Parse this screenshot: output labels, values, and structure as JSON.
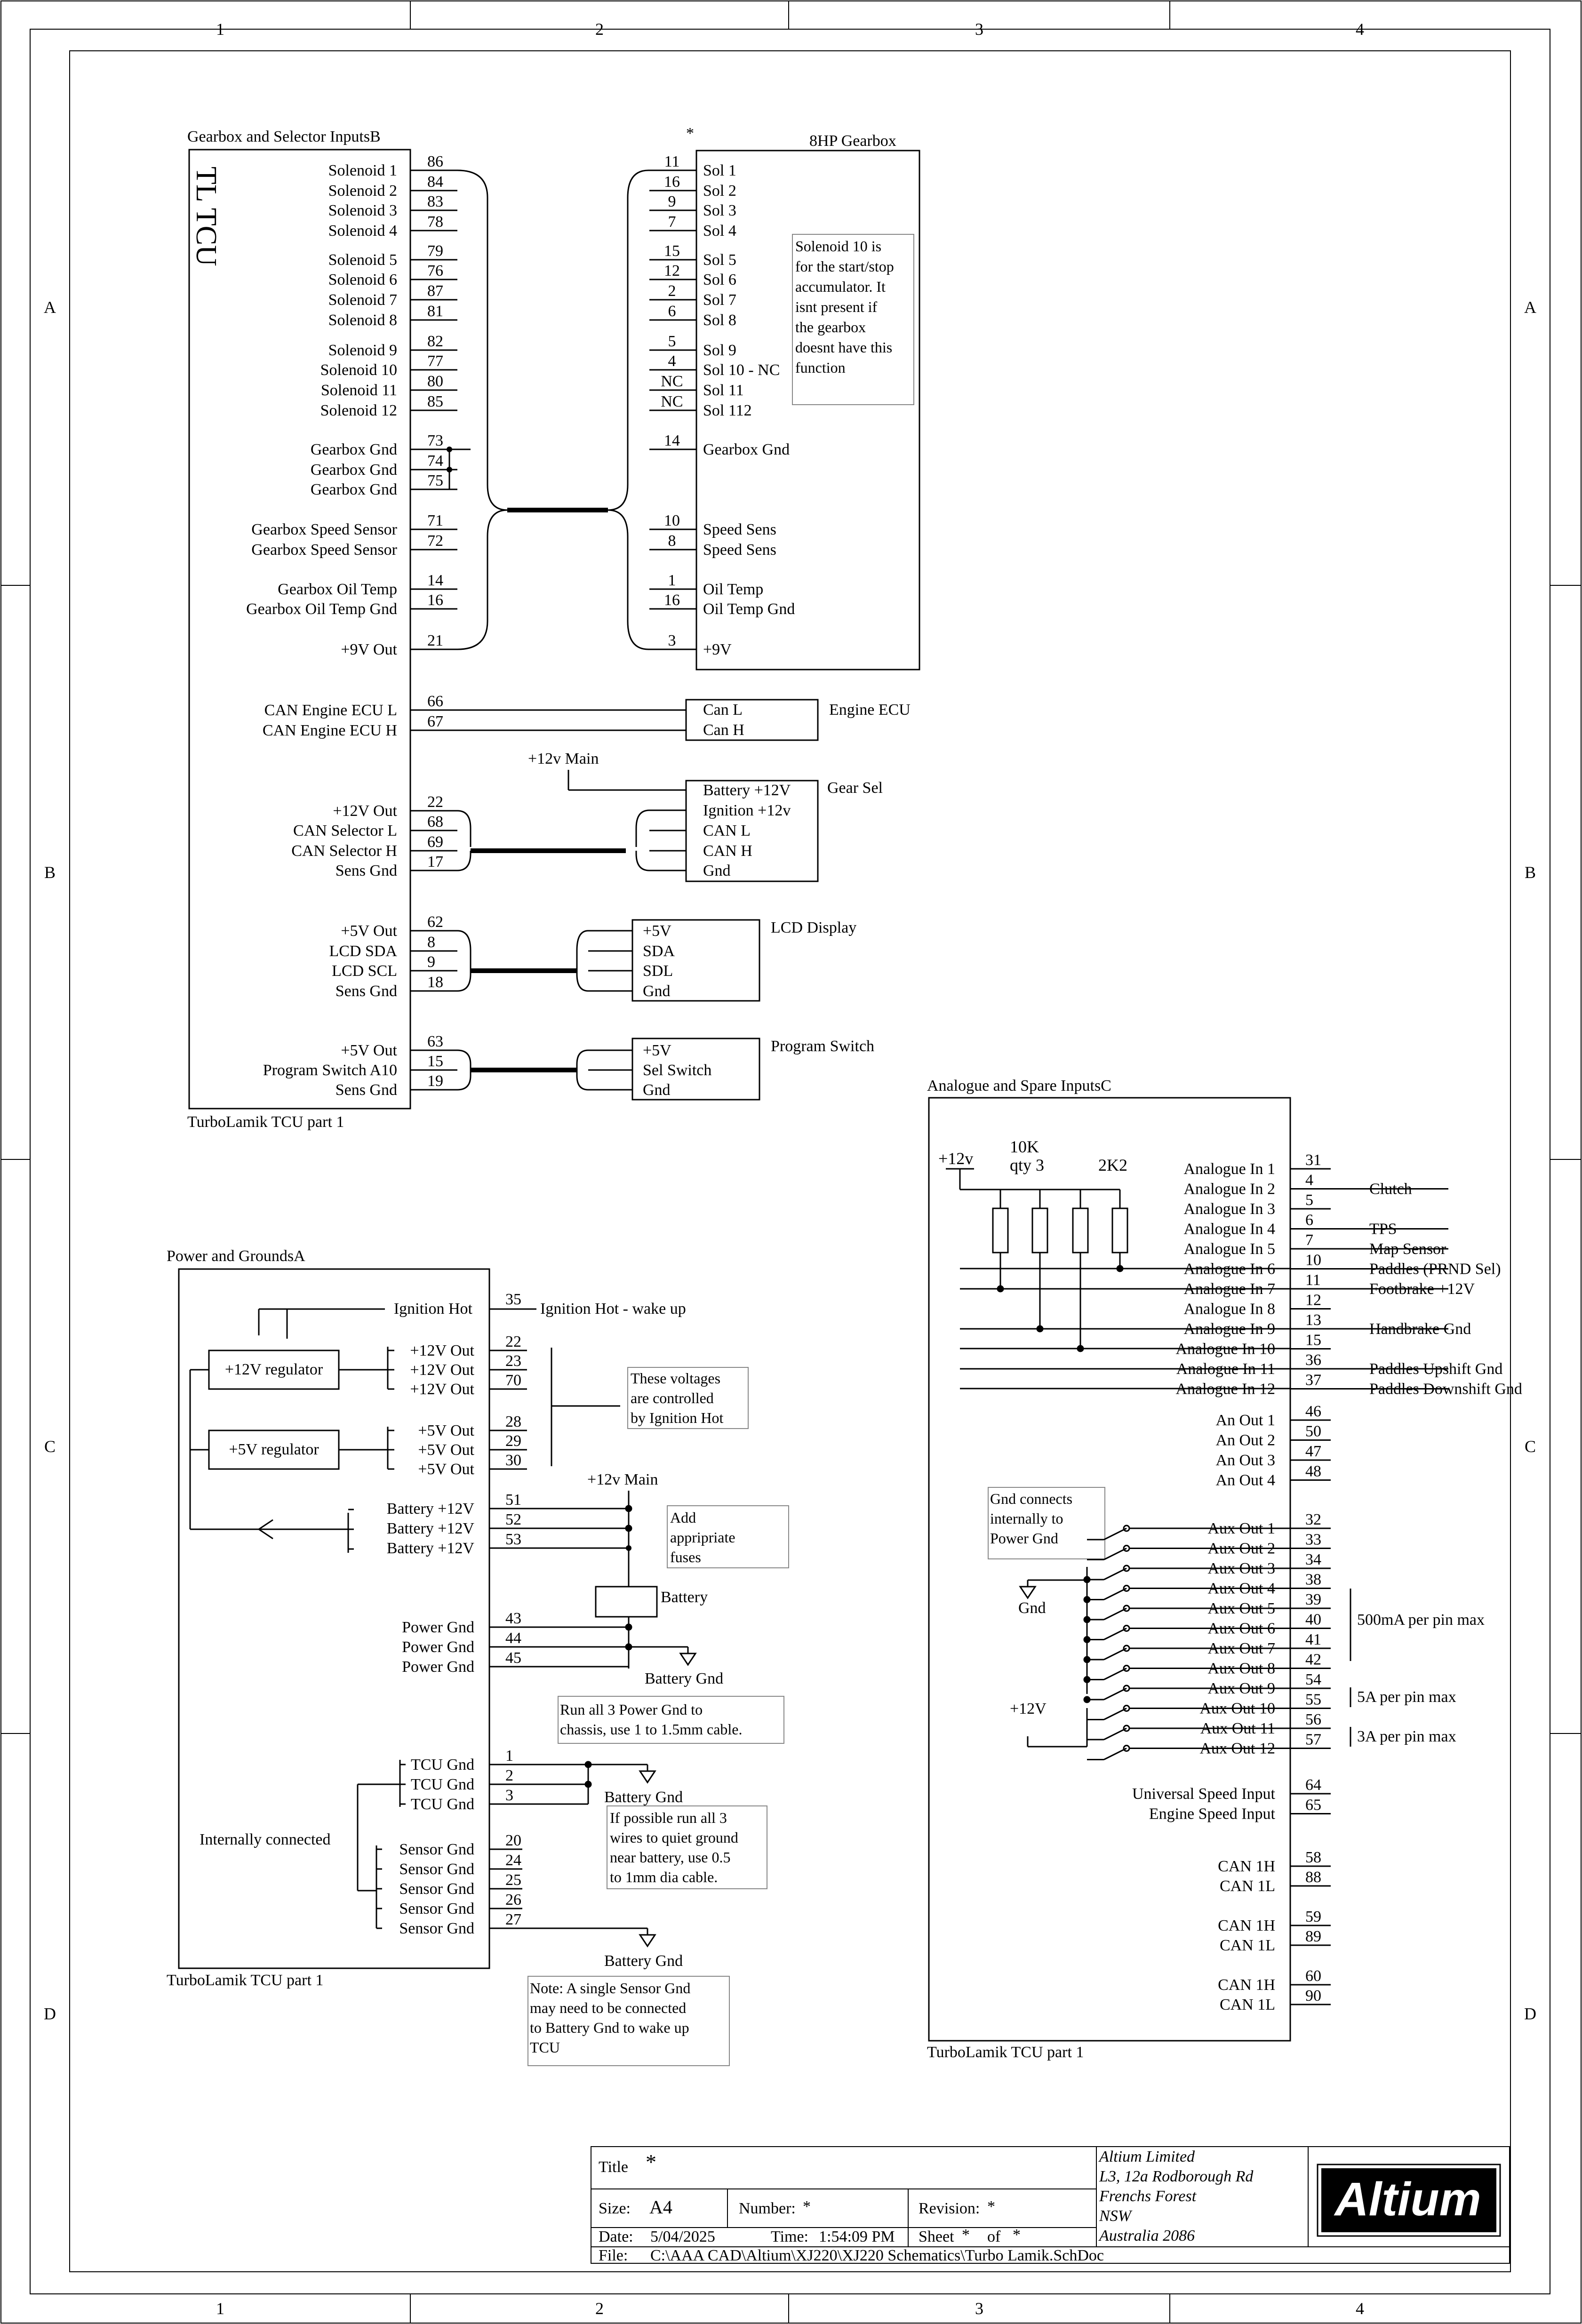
{
  "sheet": {
    "zones_x": [
      "1",
      "2",
      "3",
      "4"
    ],
    "zones_y": [
      "A",
      "B",
      "C",
      "D"
    ]
  },
  "gearbox_block": {
    "title": "Gearbox and Selector InputsB",
    "component": "TL TCU",
    "footer": "TurboLamik TCU part 1",
    "groups": [
      {
        "pins": [
          [
            "Solenoid 1",
            "86"
          ],
          [
            "Solenoid 2",
            "84"
          ],
          [
            "Solenoid 3",
            "83"
          ],
          [
            "Solenoid 4",
            "78"
          ]
        ]
      },
      {
        "pins": [
          [
            "Solenoid 5",
            "79"
          ],
          [
            "Solenoid 6",
            "76"
          ],
          [
            "Solenoid 7",
            "87"
          ],
          [
            "Solenoid 8",
            "81"
          ]
        ]
      },
      {
        "pins": [
          [
            "Solenoid 9",
            "82"
          ],
          [
            "Solenoid 10",
            "77"
          ],
          [
            "Solenoid 11",
            "80"
          ],
          [
            "Solenoid 12",
            "85"
          ]
        ]
      },
      {
        "pins": [
          [
            "Gearbox Gnd",
            "73"
          ],
          [
            "Gearbox Gnd",
            "74"
          ],
          [
            "Gearbox Gnd",
            "75"
          ]
        ]
      },
      {
        "pins": [
          [
            "Gearbox Speed Sensor",
            "71"
          ],
          [
            "Gearbox Speed Sensor",
            "72"
          ]
        ]
      },
      {
        "pins": [
          [
            "Gearbox Oil Temp",
            "14"
          ],
          [
            "Gearbox Oil Temp Gnd",
            "16"
          ]
        ]
      },
      {
        "pins": [
          [
            "+9V Out",
            "21"
          ]
        ]
      },
      {
        "pins": [
          [
            "CAN Engine ECU L",
            "66"
          ],
          [
            "CAN Engine ECU H",
            "67"
          ]
        ]
      },
      {
        "pins": [
          [
            "+12V Out",
            "22"
          ],
          [
            "CAN Selector L",
            "68"
          ],
          [
            "CAN Selector H",
            "69"
          ],
          [
            "Sens Gnd",
            "17"
          ]
        ]
      },
      {
        "pins": [
          [
            "+5V Out",
            "62"
          ],
          [
            "LCD SDA",
            "8"
          ],
          [
            "LCD SCL",
            "9"
          ],
          [
            "Sens Gnd",
            "18"
          ]
        ]
      },
      {
        "pins": [
          [
            "+5V Out",
            "63"
          ],
          [
            "Program Switch A10",
            "15"
          ],
          [
            "Sens Gnd",
            "19"
          ]
        ]
      }
    ]
  },
  "gearbox_8hp": {
    "title": "8HP Gearbox",
    "designator": "*",
    "pins": [
      [
        "11",
        "Sol 1"
      ],
      [
        "16",
        "Sol 2"
      ],
      [
        "9",
        "Sol 3"
      ],
      [
        "7",
        "Sol 4"
      ],
      [
        "15",
        "Sol 5"
      ],
      [
        "12",
        "Sol 6"
      ],
      [
        "2",
        "Sol 7"
      ],
      [
        "6",
        "Sol 8"
      ],
      [
        "5",
        "Sol 9"
      ],
      [
        "4",
        "Sol 10 - NC"
      ],
      [
        "NC",
        "Sol 11"
      ],
      [
        "NC",
        "Sol 112"
      ],
      [
        "14",
        "Gearbox Gnd"
      ],
      [
        "10",
        "Speed Sens"
      ],
      [
        "8",
        "Speed Sens"
      ],
      [
        "1",
        "Oil Temp"
      ],
      [
        "16",
        "Oil Temp Gnd"
      ],
      [
        "3",
        "+9V"
      ]
    ],
    "note": [
      "Solenoid 10 is",
      "for the start/stop",
      "accumulator. It",
      "isnt present if",
      "the gearbox",
      "doesnt have this",
      "function"
    ]
  },
  "engine_ecu": {
    "title": "Engine ECU",
    "pins": [
      "Can L",
      "Can H"
    ]
  },
  "gear_sel": {
    "title": "Gear Sel",
    "supply": "+12v Main",
    "pins": [
      "Battery +12V",
      "Ignition +12v",
      "CAN L",
      "CAN H",
      "Gnd"
    ]
  },
  "lcd_display": {
    "title": "LCD Display",
    "pins": [
      "+5V",
      "SDA",
      "SDL",
      "Gnd"
    ]
  },
  "program_switch": {
    "title": "Program Switch",
    "pins": [
      "+5V",
      "Sel Switch",
      "Gnd"
    ]
  },
  "power_block": {
    "title": "Power and GroundsA",
    "footer": "TurboLamik TCU part 1",
    "ignition": {
      "label": "Ignition Hot",
      "pin": "35",
      "net": "Ignition Hot - wake up"
    },
    "reg12": {
      "name": "+12V regulator",
      "pins": [
        [
          "+12V Out",
          "22"
        ],
        [
          "+12V Out",
          "23"
        ],
        [
          "+12V Out",
          "70"
        ]
      ]
    },
    "reg5": {
      "name": "+5V regulator",
      "pins": [
        [
          "+5V Out",
          "28"
        ],
        [
          "+5V Out",
          "29"
        ],
        [
          "+5V Out",
          "30"
        ]
      ]
    },
    "voltage_note": [
      "These voltages",
      "are controlled",
      "by Ignition Hot"
    ],
    "battery_pins": [
      [
        "Battery +12V",
        "51"
      ],
      [
        "Battery +12V",
        "52"
      ],
      [
        "Battery +12V",
        "53"
      ]
    ],
    "main_label": "+12v Main",
    "fuse_note": [
      "Add",
      "appripriate",
      "fuses"
    ],
    "battery_label": "Battery",
    "power_gnd": [
      [
        "Power Gnd",
        "43"
      ],
      [
        "Power Gnd",
        "44"
      ],
      [
        "Power Gnd",
        "45"
      ]
    ],
    "battery_gnd": "Battery Gnd",
    "power_note": [
      "Run all 3 Power Gnd to",
      "chassis, use 1 to 1.5mm cable."
    ],
    "tcu_gnd": [
      [
        "TCU Gnd",
        "1"
      ],
      [
        "TCU Gnd",
        "2"
      ],
      [
        "TCU Gnd",
        "3"
      ]
    ],
    "tcu_note": [
      "If possible run all 3",
      "wires to quiet ground",
      "near battery, use 0.5",
      "to 1mm dia cable."
    ],
    "internally": "Internally connected",
    "sensor_gnd": [
      [
        "Sensor Gnd",
        "20"
      ],
      [
        "Sensor Gnd",
        "24"
      ],
      [
        "Sensor Gnd",
        "25"
      ],
      [
        "Sensor Gnd",
        "26"
      ],
      [
        "Sensor Gnd",
        "27"
      ]
    ],
    "sensor_note": [
      "Note: A single Sensor Gnd",
      "may need to be connected",
      "to Battery Gnd to wake up",
      "TCU"
    ]
  },
  "analogue_block": {
    "title": "Analogue and Spare InputsC",
    "footer": "TurboLamik TCU part 1",
    "res_labels": {
      "v": "+12v",
      "r10k": "10K",
      "qty": "qty 3",
      "r2k2": "2K2"
    },
    "inputs": [
      [
        "Analogue In 1",
        "31",
        ""
      ],
      [
        "Analogue In 2",
        "4",
        "Clutch"
      ],
      [
        "Analogue In 3",
        "5",
        ""
      ],
      [
        "Analogue In 4",
        "6",
        "TPS"
      ],
      [
        "Analogue In 5",
        "7",
        "Map Sensor"
      ],
      [
        "Analogue In 6",
        "10",
        "Paddles  (PRND Sel)"
      ],
      [
        "Analogue In 7",
        "11",
        "Footbrake +12V"
      ],
      [
        "Analogue In 8",
        "12",
        ""
      ],
      [
        "Analogue In 9",
        "13",
        "Handbrake Gnd"
      ],
      [
        "Analogue In 10",
        "15",
        ""
      ],
      [
        "Analogue In 11",
        "36",
        "Paddles Upshift Gnd"
      ],
      [
        "Analogue In 12",
        "37",
        "Paddles Downshift Gnd"
      ]
    ],
    "an_out": [
      [
        "An Out 1",
        "46"
      ],
      [
        "An Out 2",
        "50"
      ],
      [
        "An Out 3",
        "47"
      ],
      [
        "An Out 4",
        "48"
      ]
    ],
    "gnd_note": [
      "Gnd connects",
      "internally to",
      "Power Gnd"
    ],
    "gnd_label": "Gnd",
    "v12_label": "+12V",
    "aux": [
      [
        "Aux Out 1",
        "32"
      ],
      [
        "Aux Out 2",
        "33"
      ],
      [
        "Aux Out 3",
        "34"
      ],
      [
        "Aux Out 4",
        "38"
      ],
      [
        "Aux Out 5",
        "39"
      ],
      [
        "Aux Out 6",
        "40"
      ],
      [
        "Aux Out 7",
        "41"
      ],
      [
        "Aux Out 8",
        "42"
      ],
      [
        "Aux Out 9",
        "54"
      ],
      [
        "Aux Out 10",
        "55"
      ],
      [
        "Aux Out 11",
        "56"
      ],
      [
        "Aux Out 12",
        "57"
      ]
    ],
    "aux_limits": [
      "500mA per pin max",
      "5A per pin max",
      "3A per pin max"
    ],
    "speed": [
      [
        "Universal Speed Input",
        "64"
      ],
      [
        "Engine Speed Input",
        "65"
      ]
    ],
    "can": [
      [
        "CAN 1H",
        "58"
      ],
      [
        "CAN 1L",
        "88"
      ],
      [
        "CAN 1H",
        "59"
      ],
      [
        "CAN 1L",
        "89"
      ],
      [
        "CAN 1H",
        "60"
      ],
      [
        "CAN 1L",
        "90"
      ]
    ]
  },
  "title_block": {
    "title_label": "Title",
    "title_value": "*",
    "size_label": "Size:",
    "size_value": "A4",
    "number_label": "Number:",
    "number_value": "*",
    "revision_label": "Revision:",
    "revision_value": "*",
    "date_label": "Date:",
    "date_value": "5/04/2025",
    "time_label": "Time:",
    "time_value": "1:54:09 PM",
    "sheet_label": "Sheet",
    "sheet_value": "*",
    "of_label": "of",
    "of_value": "*",
    "file_label": "File:",
    "file_value": "C:\\AAA CAD\\Altium\\XJ220\\XJ220 Schematics\\Turbo Lamik.SchDoc",
    "company": [
      "Altium Limited",
      "L3, 12a Rodborough Rd",
      "Frenchs Forest",
      "NSW",
      "Australia 2086"
    ],
    "logo": "Altium"
  }
}
